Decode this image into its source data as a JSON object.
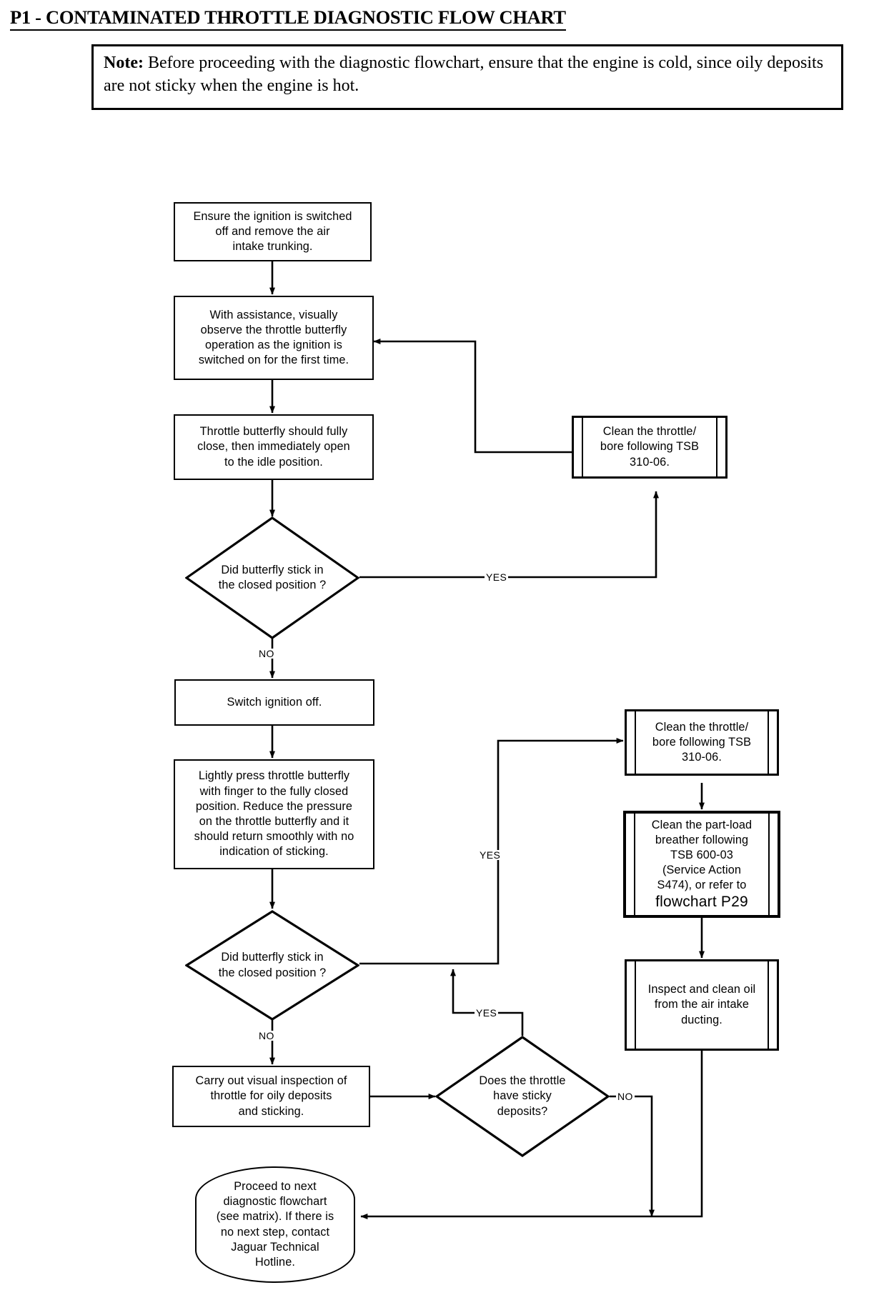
{
  "header": {
    "title": "P1 - CONTAMINATED THROTTLE DIAGNOSTIC FLOW CHART",
    "note_label": "Note:",
    "note_text": " Before proceeding with the diagnostic flowchart, ensure that the engine is cold, since oily deposits are not sticky when the engine is hot."
  },
  "chart_data": {
    "type": "flowchart",
    "title": "P1 - CONTAMINATED THROTTLE DIAGNOSTIC FLOW CHART",
    "nodes": [
      {
        "id": "n1",
        "shape": "process",
        "text": "Ensure the ignition is switched off and remove the air intake trunking."
      },
      {
        "id": "n2",
        "shape": "process",
        "text": "With assistance, visually observe the throttle butterfly operation as the ignition is switched on for the first time."
      },
      {
        "id": "n3",
        "shape": "process",
        "text": "Throttle butterfly should fully close, then immediately open to the idle position."
      },
      {
        "id": "d1",
        "shape": "decision",
        "text": "Did butterfly stick in the closed position ?"
      },
      {
        "id": "n4",
        "shape": "predefined",
        "text": "Clean the throttle/ bore following TSB 310-06."
      },
      {
        "id": "n5",
        "shape": "process",
        "text": "Switch ignition off."
      },
      {
        "id": "n6",
        "shape": "process",
        "text": "Lightly press throttle butterfly with finger to the fully closed position. Reduce the pressure on the throttle butterfly and it should return smoothly with no indication of sticking."
      },
      {
        "id": "d2",
        "shape": "decision",
        "text": "Did butterfly stick in the closed position ?"
      },
      {
        "id": "n7",
        "shape": "predefined",
        "text": "Clean the throttle/ bore following TSB 310-06."
      },
      {
        "id": "n8",
        "shape": "predefined",
        "text": "Clean the part-load breather following TSB 600-03 (Service Action S474), or refer to flowchart P29"
      },
      {
        "id": "n9",
        "shape": "predefined",
        "text": "Inspect and clean oil from the air intake ducting."
      },
      {
        "id": "n10",
        "shape": "process",
        "text": "Carry out visual inspection of throttle for oily deposits and sticking."
      },
      {
        "id": "d3",
        "shape": "decision",
        "text": "Does the throttle have sticky deposits?"
      },
      {
        "id": "n11",
        "shape": "terminator",
        "text": "Proceed to next diagnostic flowchart (see matrix). If there is no next step, contact Jaguar Technical Hotline."
      }
    ],
    "edges": [
      {
        "from": "n1",
        "to": "n2",
        "label": ""
      },
      {
        "from": "n2",
        "to": "n3",
        "label": ""
      },
      {
        "from": "n3",
        "to": "d1",
        "label": ""
      },
      {
        "from": "d1",
        "to": "n4",
        "label": "YES"
      },
      {
        "from": "n4",
        "to": "n2",
        "label": ""
      },
      {
        "from": "d1",
        "to": "n5",
        "label": "NO"
      },
      {
        "from": "n5",
        "to": "n6",
        "label": ""
      },
      {
        "from": "n6",
        "to": "d2",
        "label": ""
      },
      {
        "from": "d2",
        "to": "n7",
        "label": "YES"
      },
      {
        "from": "n7",
        "to": "n8",
        "label": ""
      },
      {
        "from": "n8",
        "to": "n9",
        "label": ""
      },
      {
        "from": "d2",
        "to": "n10",
        "label": "NO"
      },
      {
        "from": "n10",
        "to": "d3",
        "label": ""
      },
      {
        "from": "d3",
        "to": "n7",
        "label": "YES"
      },
      {
        "from": "d3",
        "to": "n11",
        "label": "NO"
      },
      {
        "from": "n9",
        "to": "n11",
        "label": ""
      }
    ]
  },
  "nodes": {
    "n1": {
      "line1": "Ensure the ignition is switched",
      "line2": "off and remove the air",
      "line3": "intake trunking."
    },
    "n2": {
      "line1": "With assistance, visually",
      "line2": "observe the throttle butterfly",
      "line3": "operation as the ignition is",
      "line4": "switched on for the first time."
    },
    "n3": {
      "line1": "Throttle butterfly should fully",
      "line2": "close, then immediately open",
      "line3": "to the idle position."
    },
    "d1": {
      "line1": "Did butterfly stick in",
      "line2": "the closed position ?"
    },
    "n4": {
      "line1": "Clean the throttle/",
      "line2": "bore following TSB",
      "line3": "310-06."
    },
    "n5": {
      "line1": "Switch ignition off."
    },
    "n6": {
      "line1": "Lightly press throttle butterfly",
      "line2": "with finger to the fully closed",
      "line3": "position. Reduce the pressure",
      "line4": "on the throttle butterfly and it",
      "line5": "should return smoothly with no",
      "line6": "indication of sticking."
    },
    "d2": {
      "line1": "Did butterfly stick in",
      "line2": "the closed position ?"
    },
    "n7": {
      "line1": "Clean the throttle/",
      "line2": "bore following TSB",
      "line3": "310-06."
    },
    "n8": {
      "line1": "Clean the part-load",
      "line2": "breather following",
      "line3": "TSB 600-03",
      "line4": "(Service Action",
      "line5": "S474), or refer to",
      "line6": "flowchart P29"
    },
    "n9": {
      "line1": "Inspect and clean oil",
      "line2": "from the air intake",
      "line3": "ducting."
    },
    "n10": {
      "line1": "Carry out visual inspection of",
      "line2": "throttle for oily deposits",
      "line3": "and sticking."
    },
    "d3": {
      "line1": "Does the throttle",
      "line2": "have sticky",
      "line3": "deposits?"
    },
    "n11": {
      "line1": "Proceed to next",
      "line2": "diagnostic flowchart",
      "line3": "(see matrix). If there is",
      "line4": "no next step, contact",
      "line5": "Jaguar Technical",
      "line6": "Hotline."
    }
  },
  "edge_labels": {
    "yes1": "YES",
    "no1": "NO",
    "yes2": "YES",
    "no2": "NO",
    "yes3": "YES",
    "no3": "NO"
  },
  "colors": {
    "stroke": "#000000",
    "background": "#ffffff"
  }
}
